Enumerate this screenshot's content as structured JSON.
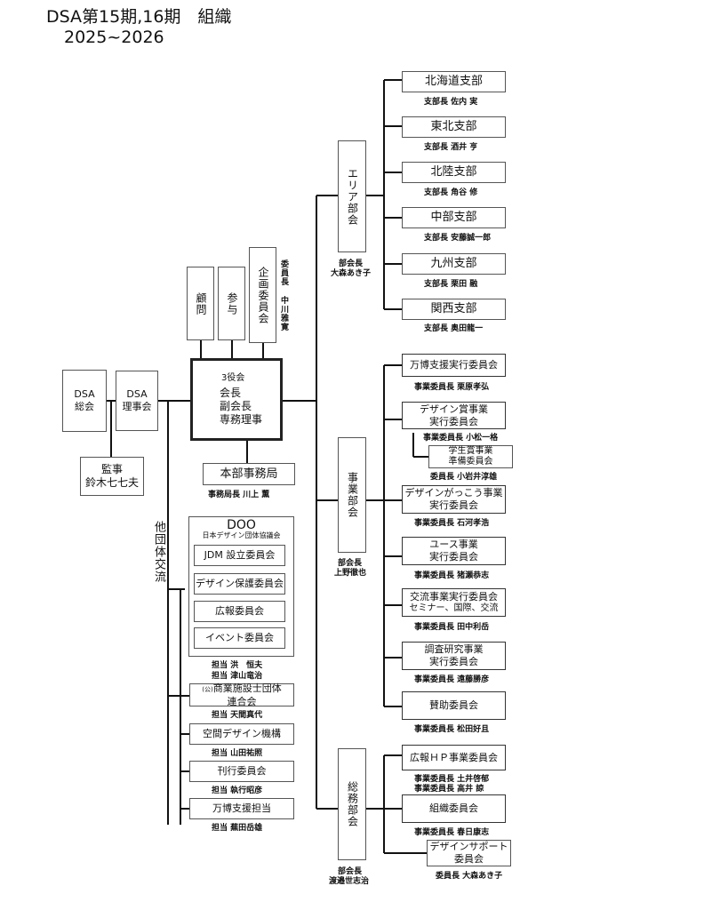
{
  "title": {
    "line1": "DSA第15期,16期　組織",
    "line2": "2025~2026"
  },
  "left": {
    "general_assembly": {
      "line1": "DSA",
      "line2": "総会"
    },
    "board": {
      "line1": "DSA",
      "line2": "理事会"
    },
    "auditor": {
      "line1": "監事",
      "line2": "鈴木七七夫"
    },
    "external_exchange": "他団体交流"
  },
  "top_advisors": {
    "advisor": "顧問",
    "counselor": "参与",
    "planning": "企画委員会",
    "planning_chair": "委員長 中川雅寛"
  },
  "executive": {
    "heading": "3役会",
    "roles": [
      "会長",
      "副会長",
      "専務理事"
    ]
  },
  "secretariat": {
    "label": "本部事務局",
    "head": "事務局長 川上 薫"
  },
  "doo": {
    "title": "DOO",
    "subtitle": "日本デザイン団体協議会",
    "committees": [
      "JDM 設立委員会",
      "デザイン保護委員会",
      "広報委員会",
      "イベント委員会"
    ],
    "contacts": [
      "担当 洪　恒夫",
      "担当 津山竜治"
    ]
  },
  "external_orgs": [
    {
      "label_prefix": "(公)",
      "label": "商業施設士団体",
      "label2": "連合会",
      "contact": "担当 天間真代"
    },
    {
      "label": "空間デザイン機構",
      "contact": "担当 山田祐照"
    },
    {
      "label": "刊行委員会",
      "contact": "担当 執行昭彦"
    },
    {
      "label": "万博支援担当",
      "contact": "担当 蕪田岳雄"
    }
  ],
  "area_division": {
    "label": "エリア部会",
    "head_title": "部会長",
    "head_name": "大森あき子",
    "branches": [
      {
        "label": "北海道支部",
        "head": "支部長 佐内 実"
      },
      {
        "label": "東北支部",
        "head": "支部長 酒井 亨"
      },
      {
        "label": "北陸支部",
        "head": "支部長 角谷 修"
      },
      {
        "label": "中部支部",
        "head": "支部長 安藤誠一郎"
      },
      {
        "label": "九州支部",
        "head": "支部長 栗田 融"
      },
      {
        "label": "関西支部",
        "head": "支部長 奥田龍一"
      }
    ]
  },
  "business_division": {
    "label": "事業部会",
    "head_title": "部会長",
    "head_name": "上野徹也",
    "committees": [
      {
        "label": "万博支援実行委員会",
        "head": "事業委員長 栗原孝弘"
      },
      {
        "label": "デザイン賞事業",
        "label2": "実行委員会",
        "head": "事業委員長 小松一格",
        "sub": {
          "label": "学生賞事業",
          "label2": "準備委員会",
          "head": "委員長 小岩井淳雄"
        }
      },
      {
        "label": "デザインがっこう事業",
        "label2": "実行委員会",
        "head": "事業委員長 石河孝浩"
      },
      {
        "label": "ユース事業",
        "label2": "実行委員会",
        "head": "事業委員長 猪瀬恭志"
      },
      {
        "label": "交流事業実行委員会",
        "label2": "セミナー、国際、交流",
        "head": "事業委員長 田中利岳"
      },
      {
        "label": "調査研究事業",
        "label2": "実行委員会",
        "head": "事業委員長 遠藤勝彦"
      },
      {
        "label": "賛助委員会",
        "head": "事業委員長 松田好且"
      }
    ]
  },
  "general_affairs_division": {
    "label": "総務部会",
    "head_title": "部会長",
    "head_name": "渡邉世志治",
    "committees": [
      {
        "label": "広報ＨＰ事業委員会",
        "heads": [
          "事業委員長 土井啓郁",
          "事業委員長 高井 諒"
        ]
      },
      {
        "label": "組織委員会",
        "heads": [
          "事業委員長 春日康志"
        ]
      },
      {
        "label": "デザインサポート",
        "label2": "委員会",
        "heads": [
          "委員長 大森あき子"
        ]
      }
    ]
  }
}
